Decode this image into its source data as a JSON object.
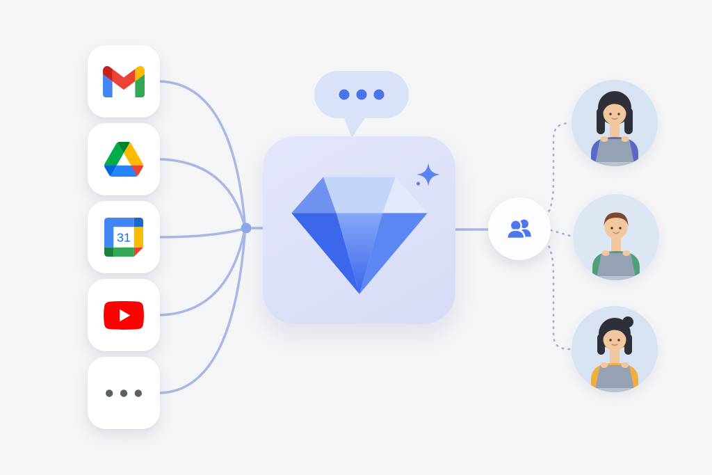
{
  "page": {
    "background": "#f4f5f7"
  },
  "colors": {
    "card_bg": "#ffffff",
    "connector": "#a9b7e6",
    "junction_dot": "#8ea6e8",
    "dashed_connector": "#9fb2d4",
    "center_box_start": "#e4e7fa",
    "center_box_end": "#d7dbf5",
    "bubble_bg": "#dae2f8",
    "bubble_dot": "#4a74e8",
    "sparkle": "#5b83f1",
    "people_circle_bg": "#fcfdff",
    "people_icon": "#4d78ea",
    "google_blue": "#4285f4",
    "google_green": "#34a853",
    "google_yellow": "#fbbc04",
    "google_red": "#ea4335",
    "gmail_dark_red": "#c5221f",
    "drive_blue": "#0066da",
    "drive_green": "#00ac47",
    "drive_dark_green": "#00832d",
    "drive_light_blue": "#2684fc",
    "drive_yellow": "#ffba00",
    "calendar_blue": "#1a73e8",
    "calendar_dark_blue": "#1967d2",
    "calendar_dark_green": "#188038",
    "calendar_white": "#ffffff",
    "youtube_red": "#ff0000",
    "youtube_white": "#ffffff",
    "ellipsis_gray": "#5b6066",
    "diamond_upper_left": "#6f92f0",
    "diamond_top_center": "#c4d5fa",
    "diamond_upper_right": "#e2eafc",
    "diamond_lower_left": "#3c67ea",
    "diamond_center_light": "#85a8f8",
    "diamond_center_deep": "#3b66ea",
    "diamond_lower_right": "#5c86f2",
    "laptop_screen": "#94a2b4",
    "laptop_base": "#b9c3cf",
    "face_features": "#46393a"
  },
  "left_apps": [
    {
      "id": "gmail",
      "icon": "gmail-icon",
      "name": "Gmail"
    },
    {
      "id": "drive",
      "icon": "google-drive-icon",
      "name": "Google Drive"
    },
    {
      "id": "calendar",
      "icon": "google-calendar-icon",
      "name": "Google Calendar",
      "day": "31"
    },
    {
      "id": "youtube",
      "icon": "youtube-icon",
      "name": "YouTube"
    },
    {
      "id": "more",
      "icon": "ellipsis-icon",
      "name": "More apps"
    }
  ],
  "center": {
    "icon": "diamond-gem-icon",
    "badge": "sparkle-icon",
    "bubble": "typing-dots-bubble"
  },
  "users_node": {
    "icon": "people-icon"
  },
  "avatars": [
    {
      "id": "user-top",
      "bg": "#d8e3f2",
      "skin": "#f2c79e",
      "hair": "#2e3039",
      "shirt": "#5a67c8"
    },
    {
      "id": "user-middle",
      "bg": "#dde7f3",
      "skin": "#f2c79e",
      "hair": "#7b4a2e",
      "shirt": "#4f9f79"
    },
    {
      "id": "user-bottom",
      "bg": "#d8e3f2",
      "skin": "#f2c79e",
      "hair": "#2e3039",
      "shirt": "#efae3e"
    }
  ]
}
